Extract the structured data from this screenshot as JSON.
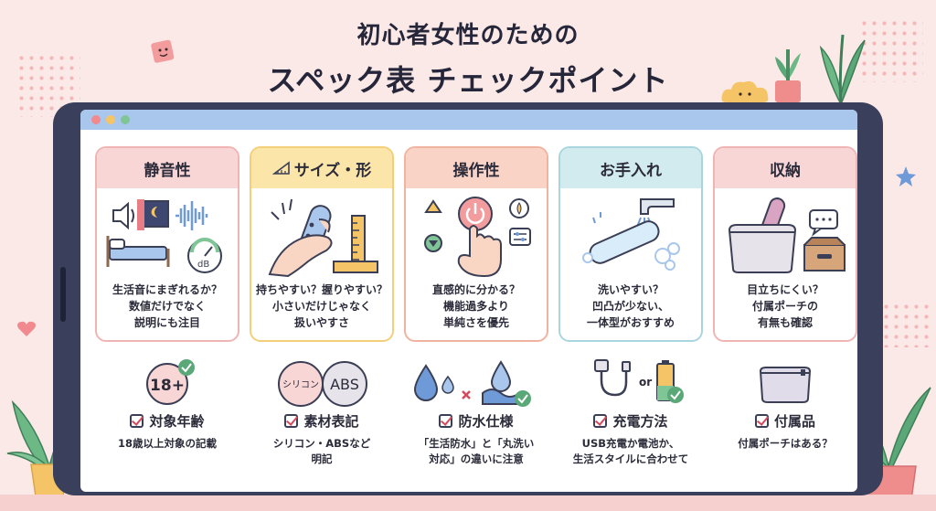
{
  "title": {
    "line1": "初心者女性のための",
    "line2": "スペック表 チェックポイント"
  },
  "colors": {
    "background": "#fbe9e7",
    "tablet_frame": "#3a3f5c",
    "screen_topbar": "#a9c7ec",
    "check_mark": "#d54a5c"
  },
  "cards": [
    {
      "title": "静音性",
      "lines": [
        "生活音にまぎれるか？",
        "数値だけでなく",
        "説明にも注目"
      ],
      "head_color": "#f9d6d6",
      "border_color": "#f1b4b4",
      "icon": "speaker-bed-decibel-icon",
      "meter_label": "dB"
    },
    {
      "title": "サイズ・形",
      "lines": [
        "持ちやすい？握りやすい？",
        "小さいだけじゃなく",
        "扱いやすさ"
      ],
      "head_color": "#fbe5a8",
      "border_color": "#f3cf7a",
      "icon": "hand-ruler-icon"
    },
    {
      "title": "操作性",
      "lines": [
        "直感的に分かる？",
        "機能過多より",
        "単純さを優先"
      ],
      "head_color": "#f9d3c6",
      "border_color": "#f0b39f",
      "icon": "power-button-hand-icon"
    },
    {
      "title": "お手入れ",
      "lines": [
        "洗いやすい？",
        "凹凸が少ない、",
        "一体型がおすすめ"
      ],
      "head_color": "#d2ebef",
      "border_color": "#a9d6de",
      "icon": "faucet-washing-icon"
    },
    {
      "title": "収納",
      "lines": [
        "目立ちにくい？",
        "付属ポーチの",
        "有無も確認"
      ],
      "head_color": "#f9d6d6",
      "border_color": "#f1b4b4",
      "icon": "pouch-drawer-icon"
    }
  ],
  "specs": [
    {
      "badge": "18+",
      "label": "対象年齢",
      "lines": [
        "18歳以上対象の記載"
      ],
      "icon": "age-18-badge-icon"
    },
    {
      "badge": "シリコン",
      "badge2": "ABS",
      "label": "素材表記",
      "lines": [
        "シリコン・ABSなど",
        "明記"
      ],
      "icon": "material-badge-icon"
    },
    {
      "label": "防水仕様",
      "lines": [
        "「生活防水」と「丸洗い",
        "対応」の違いに注意"
      ],
      "icon": "water-drop-icon"
    },
    {
      "or_text": "or",
      "label": "充電方法",
      "lines": [
        "USB充電か電池か、",
        "生活スタイルに合わせて"
      ],
      "icon": "usb-battery-icon"
    },
    {
      "label": "付属品",
      "lines": [
        "付属ポーチはある？"
      ],
      "icon": "pouch-icon"
    }
  ]
}
